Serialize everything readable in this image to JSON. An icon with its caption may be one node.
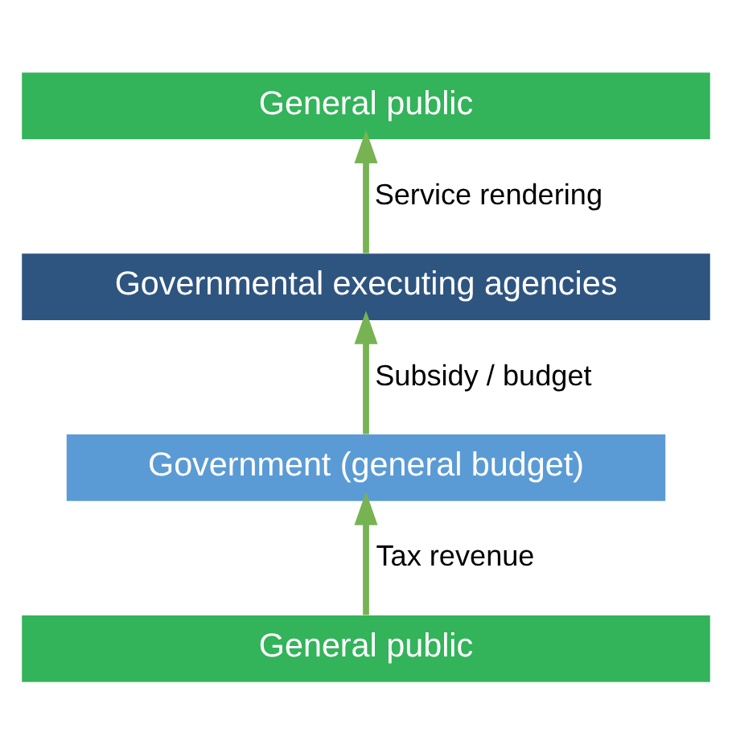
{
  "diagram": {
    "nodes": [
      {
        "text": [
          "General public"
        ]
      },
      {
        "text": [
          "Governmental executing agencies"
        ]
      },
      {
        "text": [
          "Government (general budget)"
        ]
      },
      {
        "text": [
          "General public"
        ]
      }
    ],
    "edges": [
      {
        "from": 3,
        "to": 2,
        "arrow": "to",
        "label": "Tax revenue"
      },
      {
        "from": 2,
        "to": 1,
        "arrow": "to",
        "label": "Subsidy / budget"
      },
      {
        "from": 1,
        "to": 0,
        "arrow": "to",
        "label": "Service rendering"
      }
    ]
  }
}
